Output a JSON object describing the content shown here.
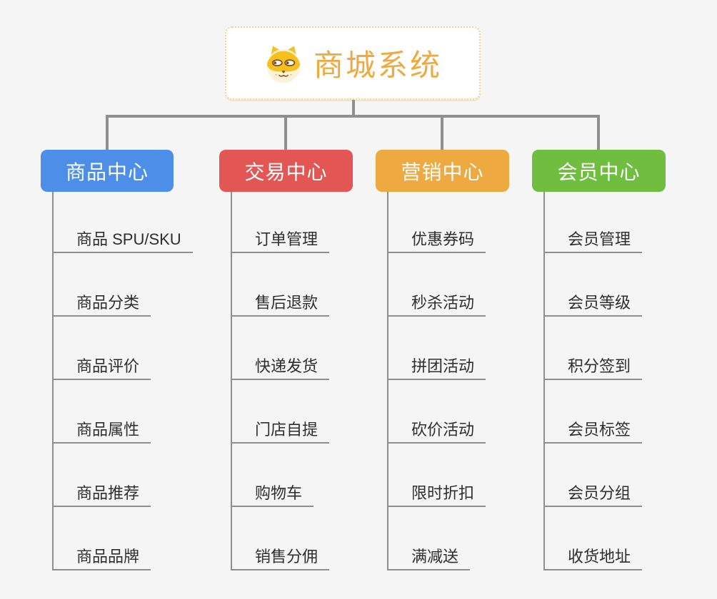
{
  "background": "#f5f5f6",
  "connector_color": "#8f8f8f",
  "root": {
    "title": "商城系统",
    "icon": "shiba-dog-face-icon",
    "accent_color": "#f0a93e",
    "border_color": "#f5ce93"
  },
  "branches": [
    {
      "label": "商品中心",
      "color": "#4d8fe8",
      "items": [
        "商品 SPU/SKU",
        "商品分类",
        "商品评价",
        "商品属性",
        "商品推荐",
        "商品品牌"
      ]
    },
    {
      "label": "交易中心",
      "color": "#e25754",
      "items": [
        "订单管理",
        "售后退款",
        "快递发货",
        "门店自提",
        "购物车",
        "销售分佣"
      ]
    },
    {
      "label": "营销中心",
      "color": "#eea940",
      "items": [
        "优惠券码",
        "秒杀活动",
        "拼团活动",
        "砍价活动",
        "限时折扣",
        "满减送"
      ]
    },
    {
      "label": "会员中心",
      "color": "#6fbe3f",
      "items": [
        "会员管理",
        "会员等级",
        "积分签到",
        "会员标签",
        "会员分组",
        "收货地址"
      ]
    }
  ]
}
